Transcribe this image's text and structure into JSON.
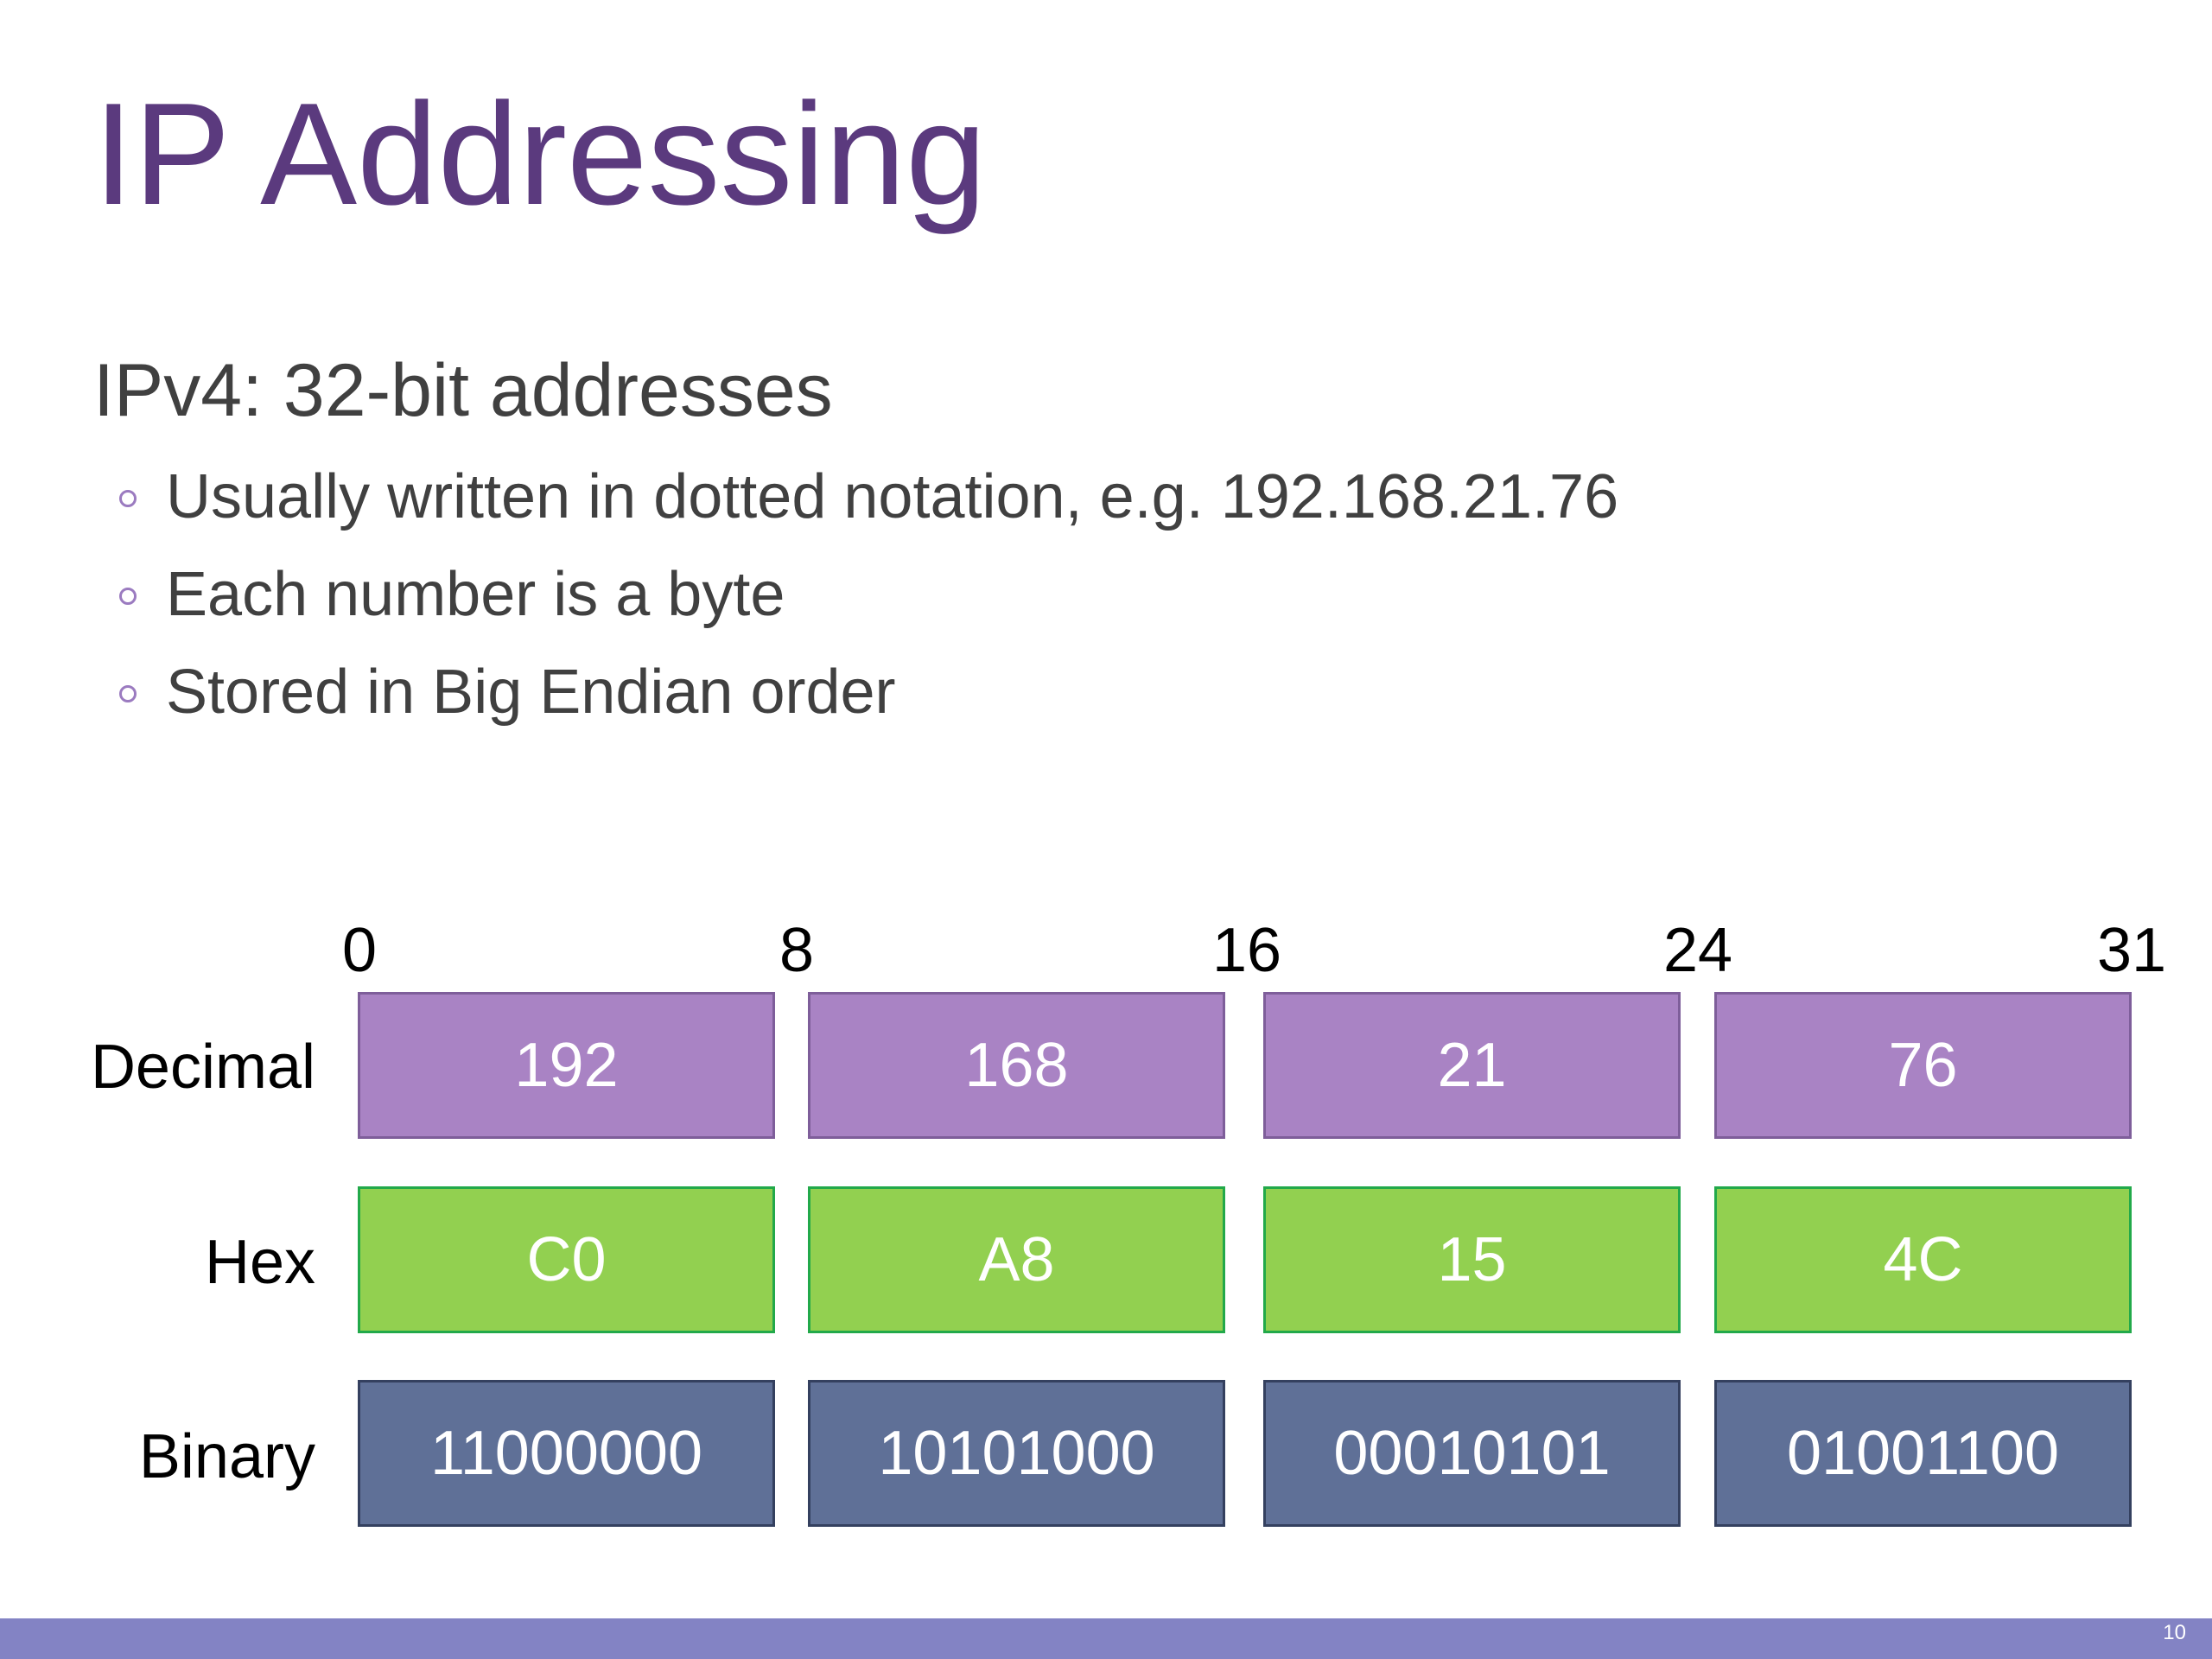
{
  "slide": {
    "title": "IP Addressing",
    "bullet": "IPv4: 32-bit addresses",
    "sub_bullets": [
      "Usually written in dotted notation, e.g. 192.168.21.76",
      "Each number is a byte",
      "Stored in Big Endian order"
    ],
    "page_number": "10"
  },
  "diagram": {
    "bit_positions": [
      "0",
      "8",
      "16",
      "24",
      "31"
    ],
    "rows": [
      {
        "label": "Decimal",
        "values": [
          "192",
          "168",
          "21",
          "76"
        ]
      },
      {
        "label": "Hex",
        "values": [
          "C0",
          "A8",
          "15",
          "4C"
        ]
      },
      {
        "label": "Binary",
        "values": [
          "11000000",
          "10101000",
          "00010101",
          "01001100"
        ]
      }
    ]
  },
  "colors": {
    "title": "#5b3a7e",
    "decimal_fill": "#a983c4",
    "hex_fill": "#92d050",
    "binary_fill": "#5f7097",
    "footer_bar": "#8383c4"
  }
}
